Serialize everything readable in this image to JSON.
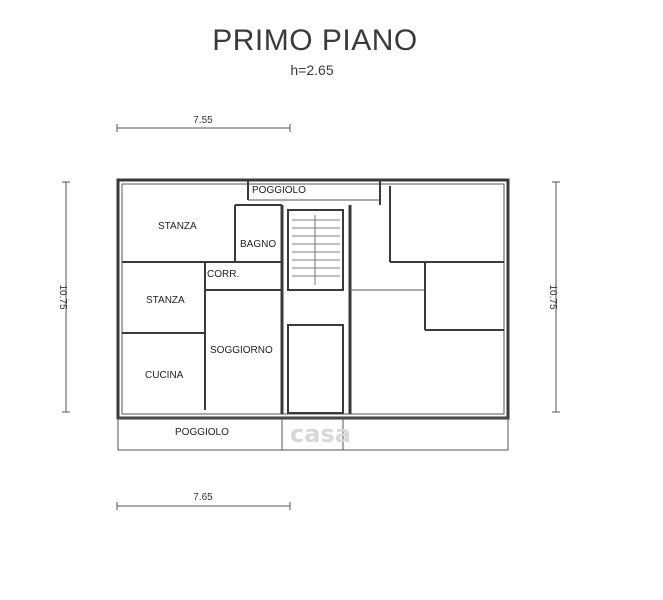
{
  "title": "PRIMO PIANO",
  "height_label": "h=2.65",
  "dimensions": {
    "top_width": "7.55",
    "bottom_width": "7.65",
    "left_height": "10.75",
    "right_height": "10.75"
  },
  "rooms": {
    "poggiolo_top": "POGGIOLO",
    "stanza_1": "STANZA",
    "bagno": "BAGNO",
    "corr": "CORR.",
    "stanza_2": "STANZA",
    "soggiorno": "SOGGIORNO",
    "cucina": "CUCINA",
    "poggiolo_bottom": "POGGIOLO"
  },
  "watermark": {
    "text": "casa",
    "color": "#d8d8d8"
  },
  "colors": {
    "line": "#3a3a3a",
    "background": "#ffffff"
  }
}
